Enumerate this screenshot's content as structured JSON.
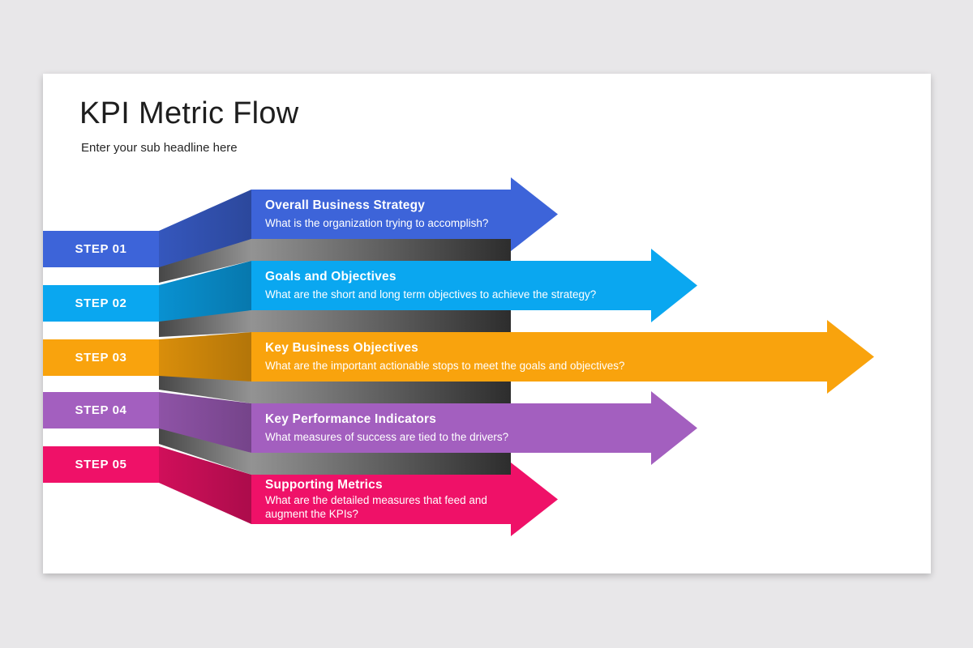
{
  "page": {
    "background": "#E8E7E9",
    "card_background": "#FFFFFF"
  },
  "header": {
    "title": "KPI Metric Flow",
    "subtitle": "Enter your sub headline here"
  },
  "shadow_colors": {
    "diagonal_dark": "#474747",
    "diagonal_light": "#939393",
    "strip_light": "#939393",
    "strip_dark": "#2D2D2D"
  },
  "steps": [
    {
      "label": "STEP 01",
      "title": "Overall Business Strategy",
      "description": "What is the organization trying to accomplish?",
      "color": "#3D64D9"
    },
    {
      "label": "STEP 02",
      "title": "Goals and Objectives",
      "description": "What are the short and long term objectives to achieve the strategy?",
      "color": "#0AA7F0"
    },
    {
      "label": "STEP 03",
      "title": "Key Business Objectives",
      "description": "What are the important actionable stops to meet the goals and objectives?",
      "color": "#F9A30D"
    },
    {
      "label": "STEP 04",
      "title": "Key Performance Indicators",
      "description": "What measures of success are tied to the drivers?",
      "color": "#A35FBF"
    },
    {
      "label": "STEP 05",
      "title": "Supporting Metrics",
      "description": "What are the detailed measures that feed and augment the KPIs?",
      "color": "#EF1168"
    }
  ]
}
